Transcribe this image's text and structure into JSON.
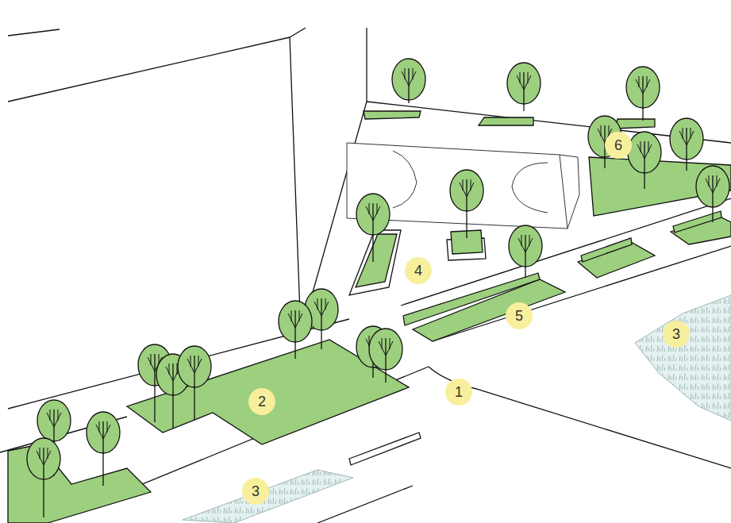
{
  "diagram": {
    "labels": [
      "6",
      "4",
      "5",
      "3",
      "1",
      "2",
      "3"
    ]
  }
}
